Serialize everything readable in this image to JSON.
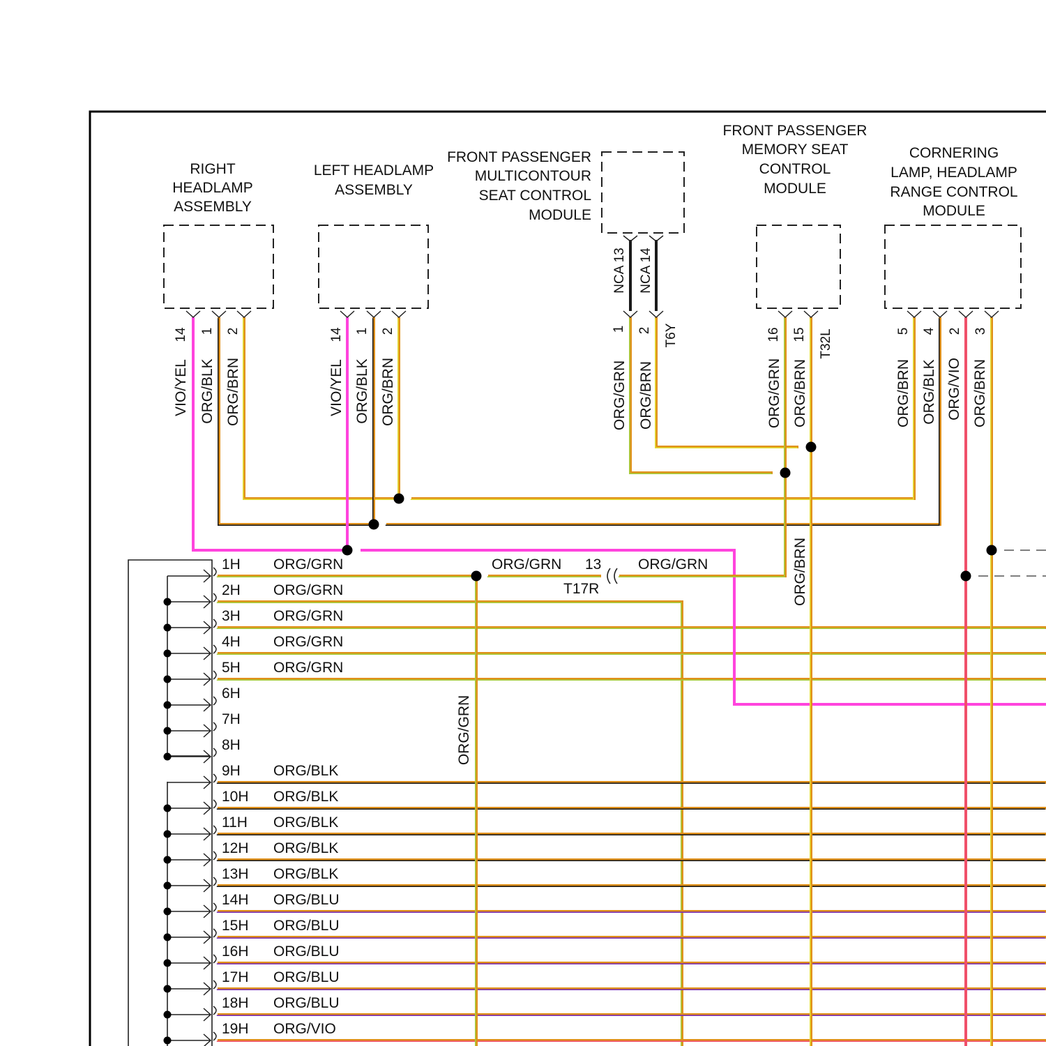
{
  "colors": {
    "orange": "#e0901a",
    "green": "#a6cc3c",
    "black": "#1a1a1a",
    "magenta": "#ff44dd",
    "violet": "#7a2fb5",
    "red": "#f0506a",
    "yellow": "#e4dd35"
  },
  "components": [
    {
      "id": "right-headlamp",
      "lines": [
        "RIGHT",
        "HEADLAMP",
        "ASSEMBLY"
      ]
    },
    {
      "id": "left-headlamp",
      "lines": [
        "LEFT HEADLAMP",
        "ASSEMBLY"
      ]
    },
    {
      "id": "multicontour",
      "lines": [
        "FRONT PASSENGER",
        "MULTICONTOUR",
        "SEAT CONTROL",
        "MODULE"
      ]
    },
    {
      "id": "memory-seat",
      "lines": [
        "FRONT PASSENGER",
        "MEMORY SEAT",
        "CONTROL",
        "MODULE"
      ]
    },
    {
      "id": "cornering",
      "lines": [
        "CORNERING",
        "LAMP, HEADLAMP",
        "RANGE CONTROL",
        "MODULE"
      ]
    }
  ],
  "pins": {
    "right_headlamp": [
      "14",
      "1",
      "2"
    ],
    "left_headlamp": [
      "14",
      "1",
      "2"
    ],
    "multicontour_upper": [
      "NCA 13",
      "NCA 14"
    ],
    "multicontour_lower": [
      "1",
      "2"
    ],
    "memory_seat": [
      "16",
      "15"
    ],
    "cornering": [
      "5",
      "4",
      "2",
      "3"
    ]
  },
  "connectors": {
    "t6y": "T6Y",
    "t32l": "T32L",
    "t17r": "T17R",
    "t17r_pin": "13"
  },
  "wire_labels": {
    "right_headlamp": [
      "VIO/YEL",
      "ORG/BLK",
      "ORG/BRN"
    ],
    "left_headlamp": [
      "VIO/YEL",
      "ORG/BLK",
      "ORG/BRN"
    ],
    "multicontour": [
      "ORG/GRN",
      "ORG/BRN"
    ],
    "memory_seat": [
      "ORG/GRN",
      "ORG/BRN"
    ],
    "cornering": [
      "ORG/BRN",
      "ORG/BLK",
      "ORG/VIO",
      "ORG/BRN"
    ],
    "memory_seat_down": "ORG/BRN",
    "splice_down": "ORG/GRN",
    "top_row_mid": "ORG/GRN",
    "top_row_right": "ORG/GRN"
  },
  "pin_rows": [
    {
      "pin": "1H",
      "wire": "ORG/GRN"
    },
    {
      "pin": "2H",
      "wire": "ORG/GRN"
    },
    {
      "pin": "3H",
      "wire": "ORG/GRN"
    },
    {
      "pin": "4H",
      "wire": "ORG/GRN"
    },
    {
      "pin": "5H",
      "wire": "ORG/GRN"
    },
    {
      "pin": "6H",
      "wire": ""
    },
    {
      "pin": "7H",
      "wire": ""
    },
    {
      "pin": "8H",
      "wire": ""
    },
    {
      "pin": "9H",
      "wire": "ORG/BLK"
    },
    {
      "pin": "10H",
      "wire": "ORG/BLK"
    },
    {
      "pin": "11H",
      "wire": "ORG/BLK"
    },
    {
      "pin": "12H",
      "wire": "ORG/BLK"
    },
    {
      "pin": "13H",
      "wire": "ORG/BLK"
    },
    {
      "pin": "14H",
      "wire": "ORG/BLU"
    },
    {
      "pin": "15H",
      "wire": "ORG/BLU"
    },
    {
      "pin": "16H",
      "wire": "ORG/BLU"
    },
    {
      "pin": "17H",
      "wire": "ORG/BLU"
    },
    {
      "pin": "18H",
      "wire": "ORG/BLU"
    },
    {
      "pin": "19H",
      "wire": "ORG/VIO"
    }
  ]
}
